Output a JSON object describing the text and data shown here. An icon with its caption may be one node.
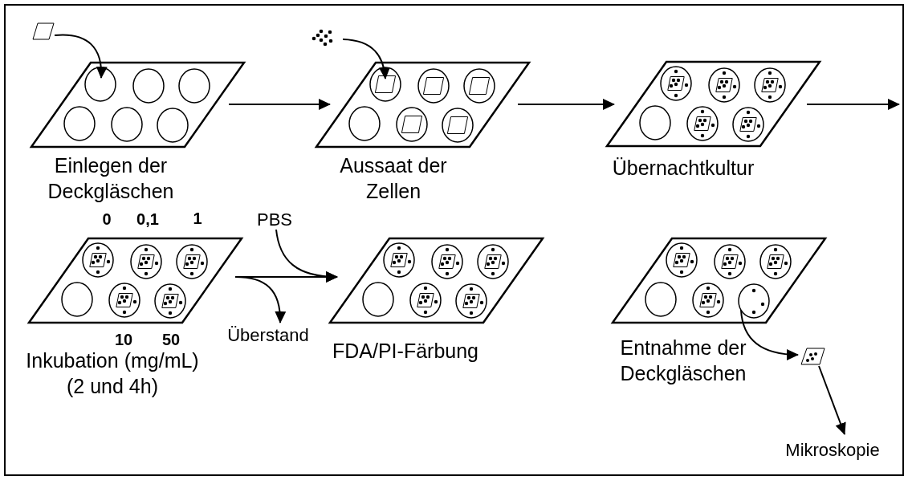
{
  "diagram": {
    "nodes": [
      {
        "text": [],
        "shape": "picture"
      },
      {
        "text": [
          "Einlegen der Deckgläschen"
        ]
      },
      {
        "text": [],
        "shape": "picture"
      },
      {
        "text": [
          "Aussaat der Zellen"
        ]
      },
      {
        "text": [
          "Übernachtkultur"
        ]
      },
      {
        "text": [
          "Inkubation (mg/mL) (2 und 4h)"
        ],
        "beside": [
          "0",
          "0,1",
          "1",
          "10",
          "50"
        ]
      },
      {
        "text": [
          "PBS"
        ]
      },
      {
        "text": [
          "Überstand"
        ]
      },
      {
        "text": [
          "FDA/PI-Färbung"
        ]
      },
      {
        "text": [
          "Entnahme der Deckgläschen"
        ]
      },
      {
        "text": [],
        "shape": "picture"
      },
      {
        "text": [
          "Mikroskopie"
        ]
      }
    ],
    "edges": [
      {
        "from": 0,
        "to": 1,
        "arrow": "to"
      },
      {
        "from": 2,
        "to": 3,
        "arrow": "to"
      },
      {
        "from": 1,
        "to": 3,
        "arrow": "to"
      },
      {
        "from": 3,
        "to": 4,
        "arrow": "to"
      },
      {
        "from": 4,
        "to": null,
        "arrow": "to"
      },
      {
        "from": 5,
        "to": 8,
        "arrow": "to"
      },
      {
        "from": 6,
        "to": 8,
        "arrow": "to"
      },
      {
        "from": 5,
        "to": 7,
        "arrow": "to"
      },
      {
        "from": 9,
        "to": 10,
        "arrow": "to"
      },
      {
        "from": 10,
        "to": 11,
        "arrow": "to"
      }
    ]
  }
}
